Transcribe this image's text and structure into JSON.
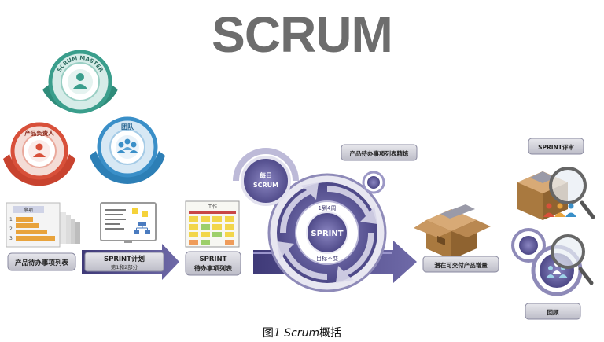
{
  "title": "SCRUM",
  "roles": {
    "scrum_master": "SCRUM MASTER",
    "product_owner": "产品负责人",
    "team": "团队"
  },
  "backlog": {
    "card_header": "事项",
    "item_numbers": [
      "1",
      "2",
      "3"
    ],
    "label": "产品待办事项列表"
  },
  "planning": {
    "label": "SPRINT计划",
    "sublabel": "第1和2部分"
  },
  "sprint_backlog": {
    "card_header": "工作",
    "label_line1": "SPRINT",
    "label_line2": "待办事项列表"
  },
  "daily_scrum": {
    "line1": "每日",
    "line2": "SCRUM"
  },
  "sprint": {
    "label": "SPRINT",
    "duration": "1到4周",
    "fixed_goal": "目标不变"
  },
  "refinement_label": "产品待办事项列表精炼",
  "increment_label": "潜在可交付产品增量",
  "review_label": "SPRINT评审",
  "retro_label": "回顾",
  "caption": {
    "prefix": "图",
    "number": "1",
    "word": "Scrum",
    "suffix": "概括"
  },
  "colors": {
    "scrum_master": "#3a9e8c",
    "product_owner": "#d8503a",
    "team": "#3a8fc8",
    "sprint": "#5f5a9b",
    "title": "#6d6d6d"
  }
}
